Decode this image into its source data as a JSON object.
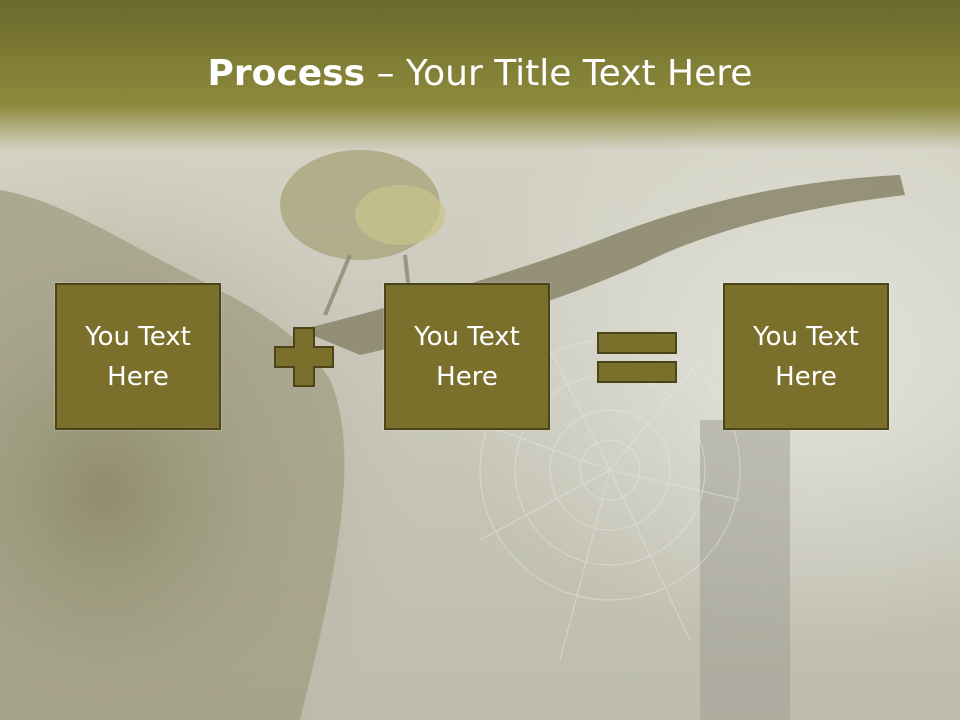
{
  "slide": {
    "title_bold": "Process",
    "title_rest": " – Your Title Text Here"
  },
  "boxes": [
    {
      "text": "You Text\nHere"
    },
    {
      "text": "You Text\nHere"
    },
    {
      "text": "You Text\nHere"
    }
  ],
  "operators": {
    "first": "plus-icon",
    "second": "equals-icon"
  },
  "colors": {
    "box_fill": "#7a702c",
    "box_border": "#4a4418",
    "header": "#7d7a34"
  }
}
